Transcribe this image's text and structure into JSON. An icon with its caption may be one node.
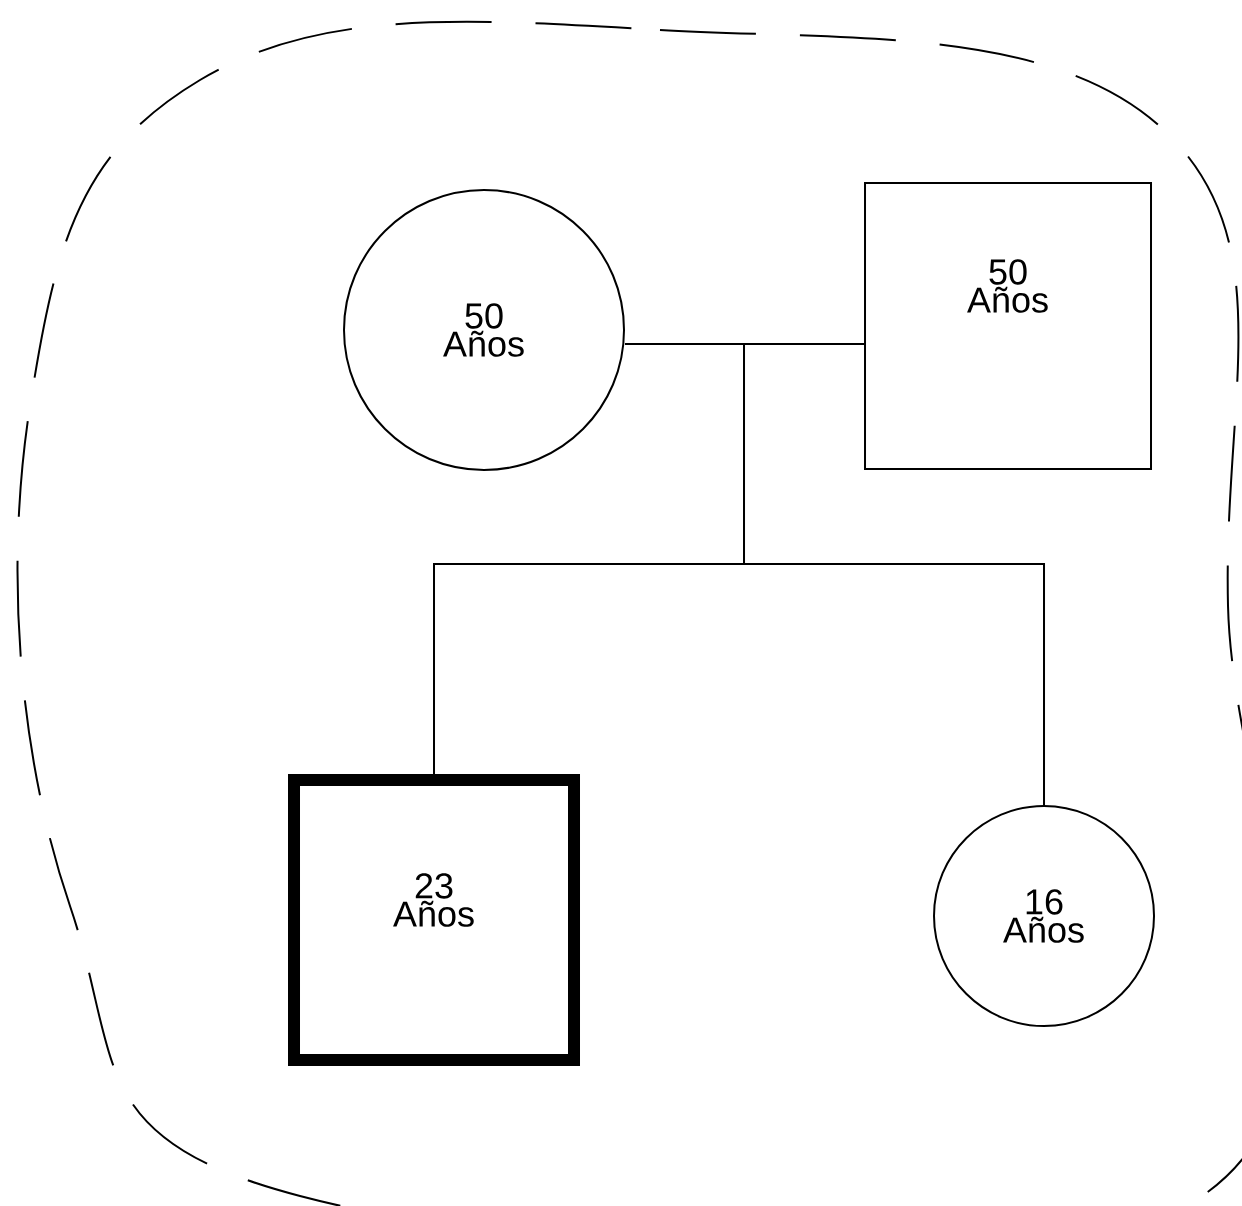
{
  "diagram": {
    "nodes": [
      {
        "text": [],
        "shape": "cloud"
      },
      {
        "text": [
          "50 Años"
        ],
        "in": 0
      },
      {
        "text": [
          "50 Años"
        ],
        "in": 0
      },
      {
        "text": [
          "23 Años"
        ],
        "in": 0
      },
      {
        "text": [
          "16 Años"
        ],
        "in": 0
      }
    ],
    "edges": [
      {
        "from": 1,
        "to": 2,
        "arrow": "none"
      },
      {
        "from": 1,
        "to": 3,
        "arrow": "none"
      },
      {
        "from": 2,
        "to": 3,
        "arrow": "none"
      },
      {
        "from": 1,
        "to": 4,
        "arrow": "none"
      },
      {
        "from": 2,
        "to": 4,
        "arrow": "none"
      }
    ]
  }
}
